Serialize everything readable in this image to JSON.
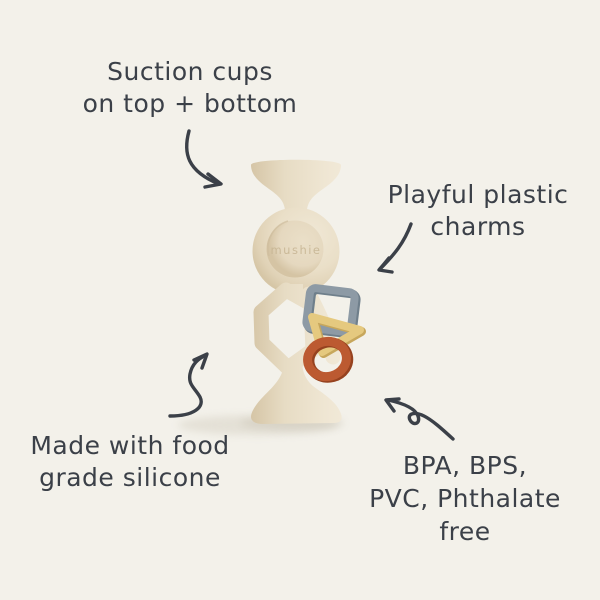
{
  "colors": {
    "bg": "#f3f1ea",
    "ink": "#3b4048",
    "toy-body": "#e9dec7",
    "toy-body-dark": "#d5c4a4",
    "toy-body-light": "#f1e9d8",
    "charm-square": "#8d9aa5",
    "charm-square-dark": "#6f7f8b",
    "charm-triangle": "#e5c97f",
    "charm-triangle-dark": "#c7a75c",
    "charm-ring": "#bc5a31",
    "charm-ring-dark": "#96421f",
    "shadow": "#c9c2b2"
  },
  "product": {
    "logo_text": "mushie"
  },
  "annotations": {
    "suction_cups": {
      "lines": [
        "Suction cups",
        "on top + bottom"
      ]
    },
    "charms": {
      "lines": [
        "Playful plastic",
        "charms"
      ]
    },
    "silicone": {
      "lines": [
        "Made with food",
        "grade silicone"
      ]
    },
    "bpa_free": {
      "lines": [
        "BPA, BPS,",
        "PVC, Phthalate",
        "free"
      ]
    }
  }
}
